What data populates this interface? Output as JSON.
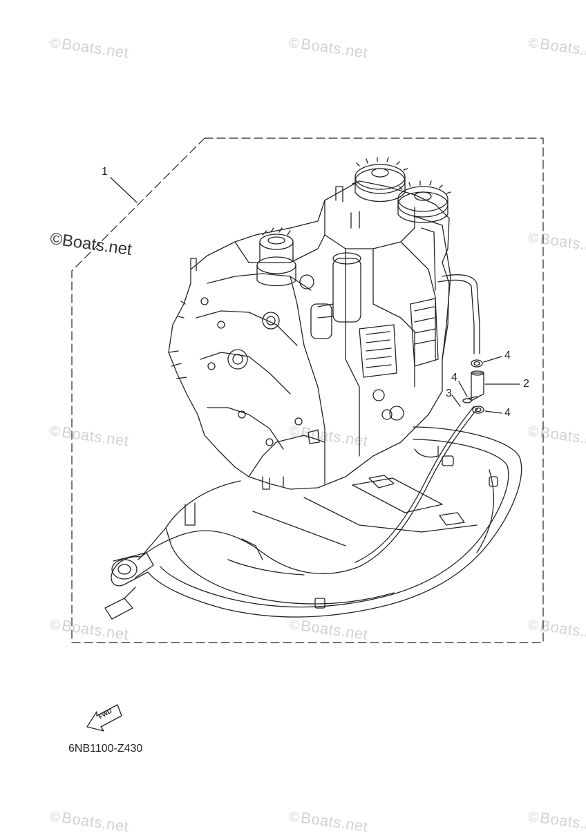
{
  "watermark": {
    "text": "Boats.net",
    "symbol": "©",
    "color": "#d2d2d2"
  },
  "figure": {
    "callouts": [
      "1",
      "2",
      "3",
      "4",
      "4"
    ],
    "part_code": "6NB1100-Z430",
    "fwd_label": "FWD"
  }
}
